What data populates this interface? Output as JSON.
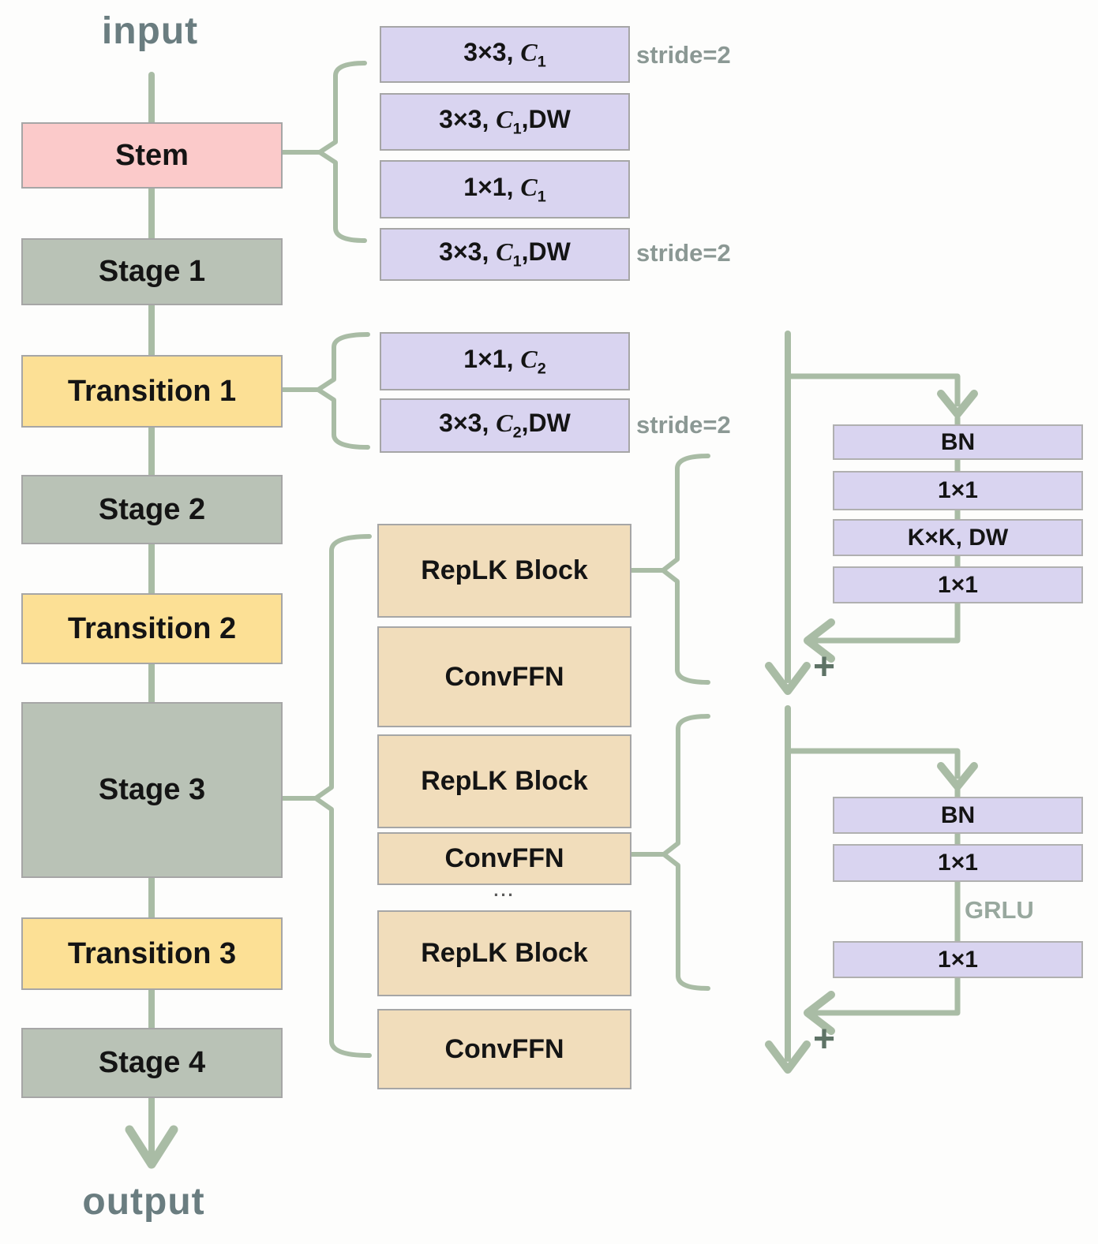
{
  "colors": {
    "line": "#a9bca5",
    "stem": "#fbcaca",
    "stage": "#b9c2b6",
    "transition": "#fce095",
    "conv": "#d9d4f0",
    "block": "#f1ddbb",
    "border": "#a6a6a6",
    "label": "#6a7d80",
    "stride_text": "#8b9894",
    "plus": "#5e7366",
    "activation_text": "#98a89e",
    "box_text": "#141414"
  },
  "flow": {
    "input_label": "input",
    "output_label": "output",
    "nodes": [
      {
        "label": "Stem"
      },
      {
        "label": "Stage 1"
      },
      {
        "label": "Transition 1"
      },
      {
        "label": "Stage 2"
      },
      {
        "label": "Transition 2"
      },
      {
        "label": "Stage 3"
      },
      {
        "label": "Transition 3"
      },
      {
        "label": "Stage 4"
      }
    ]
  },
  "stem_convs": [
    {
      "prefix": "3×3, ",
      "var": "C",
      "sub": "1",
      "suffix": "",
      "stride": "stride=2"
    },
    {
      "prefix": "3×3, ",
      "var": "C",
      "sub": "1",
      "suffix": ",DW",
      "stride": ""
    },
    {
      "prefix": "1×1, ",
      "var": "C",
      "sub": "1",
      "suffix": "",
      "stride": ""
    },
    {
      "prefix": "3×3, ",
      "var": "C",
      "sub": "1",
      "suffix": ",DW",
      "stride": "stride=2"
    }
  ],
  "transition_convs": [
    {
      "prefix": "1×1, ",
      "var": "C",
      "sub": "2",
      "suffix": "",
      "stride": ""
    },
    {
      "prefix": "3×3, ",
      "var": "C",
      "sub": "2",
      "suffix": ",DW",
      "stride": "stride=2"
    }
  ],
  "stage_blocks": {
    "items": [
      "RepLK Block",
      "ConvFFN",
      "RepLK Block",
      "ConvFFN",
      "RepLK Block",
      "ConvFFN"
    ],
    "ellipsis": "..."
  },
  "replk_detail": {
    "rows": [
      "BN",
      "1×1",
      "K×K, DW",
      "1×1"
    ],
    "plus": "+"
  },
  "convffn_detail": {
    "rows": [
      "BN",
      "1×1",
      "1×1"
    ],
    "activation": "GRLU",
    "plus": "+"
  }
}
